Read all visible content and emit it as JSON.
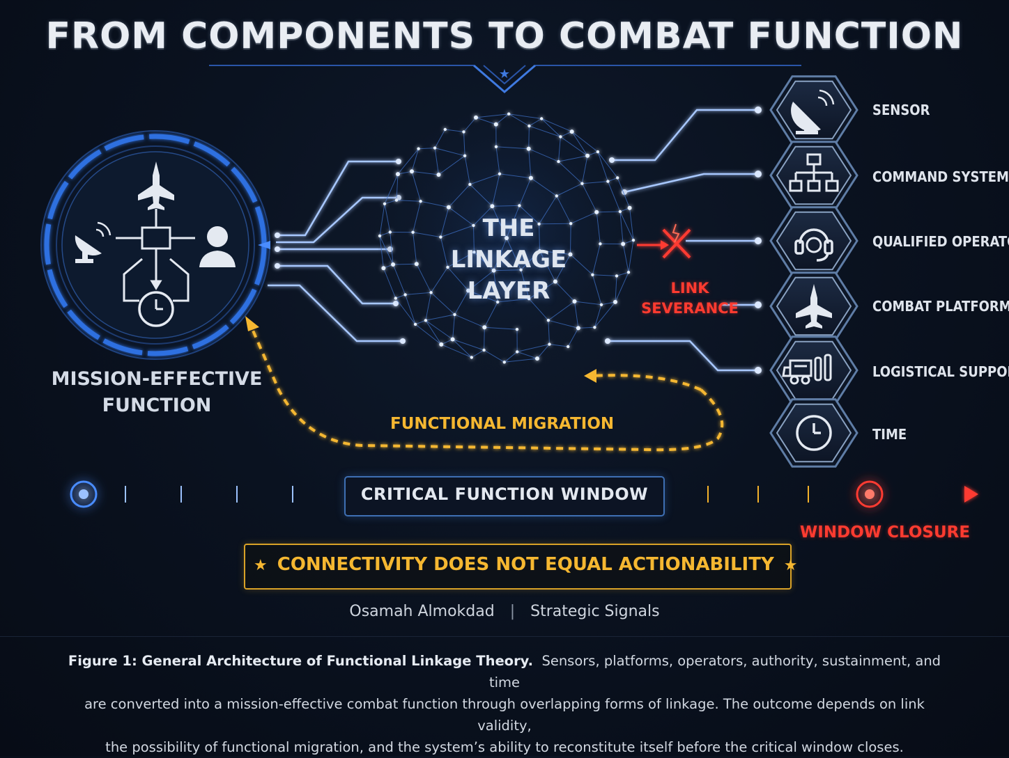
{
  "title": "FROM COMPONENTS TO COMBAT FUNCTION",
  "core": {
    "lines": [
      "THE",
      "LINKAGE",
      "LAYER"
    ]
  },
  "mission": {
    "lines": [
      "MISSION-EFFECTIVE",
      "FUNCTION"
    ]
  },
  "components": [
    {
      "label": "SENSOR",
      "icon": "satellite-dish-icon"
    },
    {
      "label": "COMMAND SYSTEM",
      "icon": "org-chart-icon"
    },
    {
      "label": "QUALIFIED OPERATOR",
      "icon": "headset-icon"
    },
    {
      "label": "COMBAT PLATFORM",
      "icon": "fighter-jet-icon"
    },
    {
      "label": "LOGISTICAL SUPPORT",
      "icon": "supply-truck-icon"
    },
    {
      "label": "TIME",
      "icon": "clock-icon"
    }
  ],
  "link_severance": {
    "lines": [
      "LINK",
      "SEVERANCE"
    ]
  },
  "functional_migration": "FUNCTIONAL MIGRATION",
  "timeline": {
    "window_label": "CRITICAL FUNCTION WINDOW",
    "closure_label": "WINDOW CLOSURE"
  },
  "banner": "CONNECTIVITY DOES NOT EQUAL ACTIONABILITY",
  "credit": {
    "author": "Osamah Almokdad",
    "publication": "Strategic Signals"
  },
  "caption": {
    "lead": "Figure 1: General Architecture of Functional Linkage Theory.",
    "lines": [
      "Sensors, platforms, operators, authority, sustainment, and time",
      "are converted into a mission-effective combat function through overlapping forms of linkage. The outcome depends on link validity,",
      "the possibility of functional migration, and the system’s ability to reconstitute itself before the critical window closes."
    ]
  },
  "colors": {
    "background": "#0a1220",
    "blue_accent": "#4a8cff",
    "link_blue": "#a8c8ff",
    "warning_red": "#ff3b30",
    "migration_amber": "#f5b731",
    "timeline_orange": "#f0a020"
  }
}
